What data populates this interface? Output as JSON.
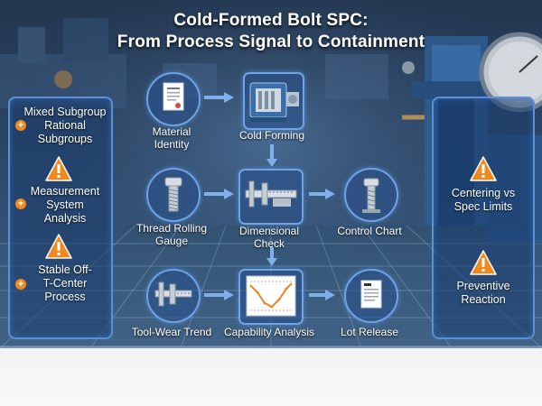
{
  "title": {
    "line1": "Cold-Formed Bolt SPC:",
    "line2": "From Process Signal to Containment"
  },
  "left_panel": {
    "items": [
      {
        "lines": [
          "Mixed Subgroup",
          "Rational",
          "Subgroups"
        ]
      },
      {
        "lines": [
          "Measurement",
          "System",
          "Analysis"
        ]
      },
      {
        "lines": [
          "Stable Off-",
          "T-Center",
          "Process"
        ]
      }
    ]
  },
  "right_panel": {
    "items": [
      {
        "lines": [
          "Centering vs",
          "Spec Limits"
        ]
      },
      {
        "lines": [
          "Preventive",
          "Reaction"
        ]
      }
    ]
  },
  "nodes": {
    "material_identity": {
      "lines": [
        "Material",
        "Identity"
      ]
    },
    "cold_forming": {
      "label": "Cold Forming"
    },
    "thread_rolling_gauge": {
      "lines": [
        "Thread Rolling",
        "Gauge"
      ]
    },
    "dimensional_check": {
      "lines": [
        "Dimensional",
        "Check"
      ]
    },
    "control_chart": {
      "label": "Control Chart"
    },
    "tool_wear_trend": {
      "label": "Tool-Wear Trend"
    },
    "capability_analysis": {
      "label": "Capability Analysis"
    },
    "lot_release": {
      "label": "Lot Release"
    }
  },
  "icons": [
    "warning-icon",
    "plus-icon",
    "document-icon",
    "press-machine-icon",
    "bolt-icon",
    "caliper-icon",
    "chart-icon",
    "arrow-icon"
  ],
  "colors": {
    "accent_blue": "#5b8fd6",
    "warning_orange": "#f08a1c",
    "arrow_blue": "#7fb0ee"
  }
}
